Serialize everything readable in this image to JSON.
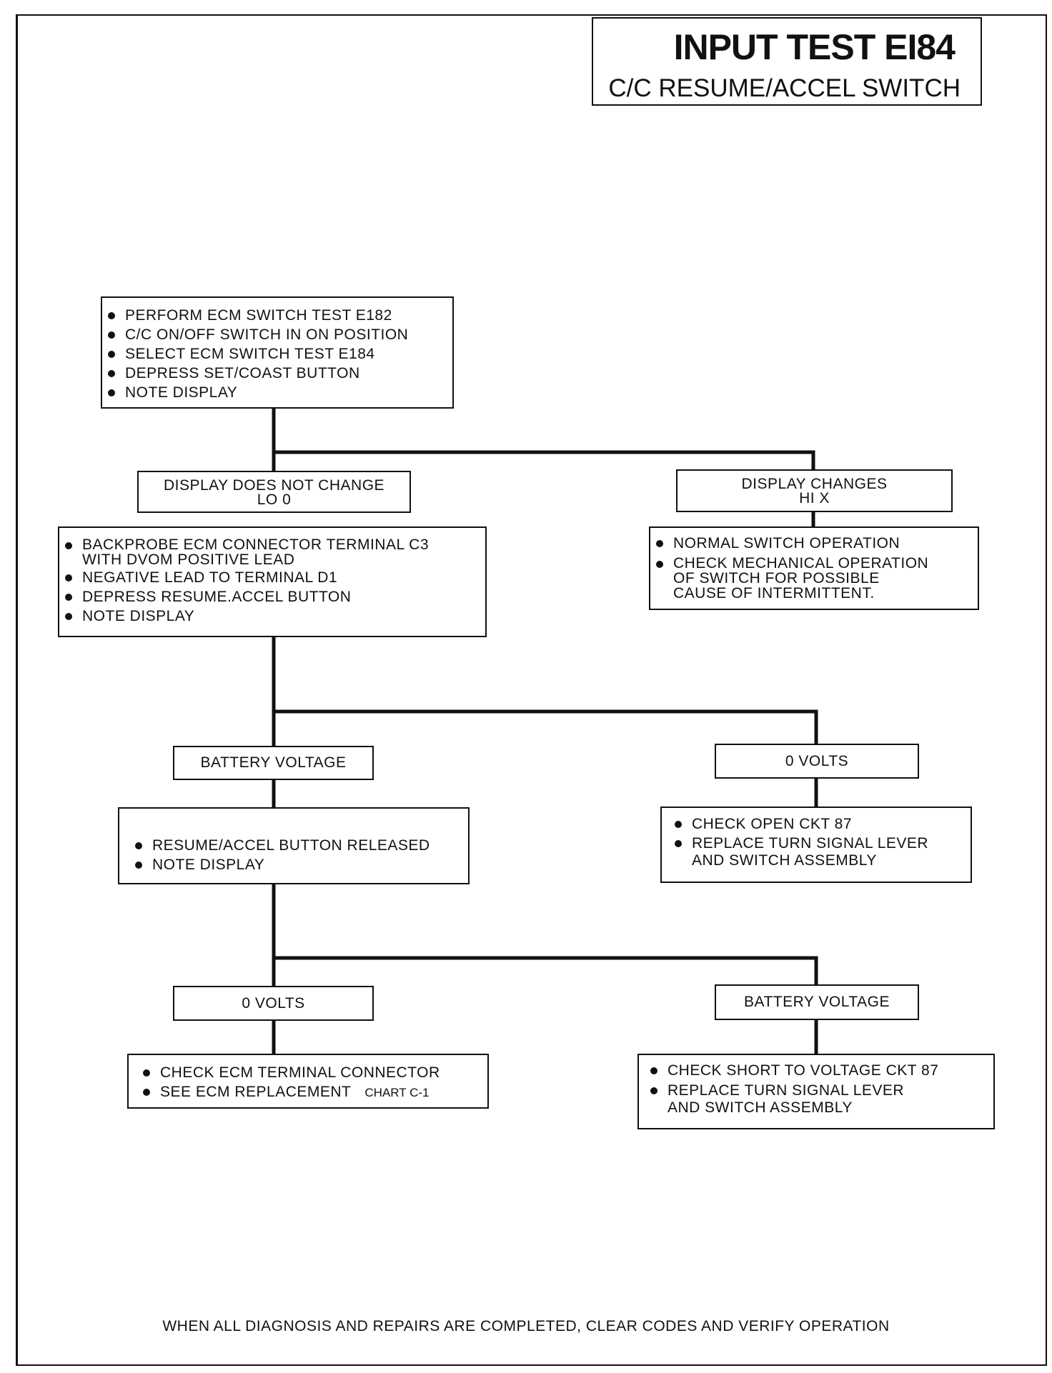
{
  "title": {
    "main": "INPUT TEST EI84",
    "sub": "C/C RESUME/ACCEL SWITCH"
  },
  "start_box": {
    "items": [
      "PERFORM ECM SWITCH TEST E182",
      "C/C ON/OFF SWITCH IN ON POSITION",
      "SELECT ECM SWITCH TEST E184",
      "DEPRESS SET/COAST BUTTON",
      "NOTE DISPLAY"
    ]
  },
  "branch1": {
    "left_label": [
      "DISPLAY DOES NOT CHANGE",
      "LO 0"
    ],
    "right_label": [
      "DISPLAY CHANGES",
      "HI X"
    ],
    "left_steps": [
      [
        "BACKPROBE ECM CONNECTOR TERMINAL C3",
        "WITH DVOM POSITIVE LEAD"
      ],
      [
        "NEGATIVE LEAD TO TERMINAL D1"
      ],
      [
        "DEPRESS RESUME.ACCEL BUTTON"
      ],
      [
        "NOTE DISPLAY"
      ]
    ],
    "right_steps": [
      [
        "NORMAL SWITCH OPERATION"
      ],
      [
        "CHECK MECHANICAL OPERATION",
        "OF SWITCH  FOR POSSIBLE",
        "CAUSE OF INTERMITTENT."
      ]
    ]
  },
  "branch2": {
    "left_label": "BATTERY VOLTAGE",
    "right_label": "0 VOLTS",
    "left_steps": [
      "RESUME/ACCEL BUTTON RELEASED",
      "NOTE DISPLAY"
    ],
    "right_steps": [
      [
        "CHECK OPEN CKT 87"
      ],
      [
        "REPLACE TURN SIGNAL LEVER",
        "AND SWITCH ASSEMBLY"
      ]
    ]
  },
  "branch3": {
    "left_label": "0 VOLTS",
    "right_label": "BATTERY VOLTAGE",
    "left_steps": [
      "CHECK ECM TERMINAL CONNECTOR",
      "SEE ECM REPLACEMENT"
    ],
    "left_chart_ref": "CHART C-1",
    "right_steps": [
      [
        "CHECK SHORT TO VOLTAGE CKT 87"
      ],
      [
        "REPLACE TURN SIGNAL LEVER",
        "AND SWITCH ASSEMBLY"
      ]
    ]
  },
  "footer": "WHEN ALL DIAGNOSIS AND REPAIRS ARE COMPLETED, CLEAR CODES AND VERIFY OPERATION"
}
